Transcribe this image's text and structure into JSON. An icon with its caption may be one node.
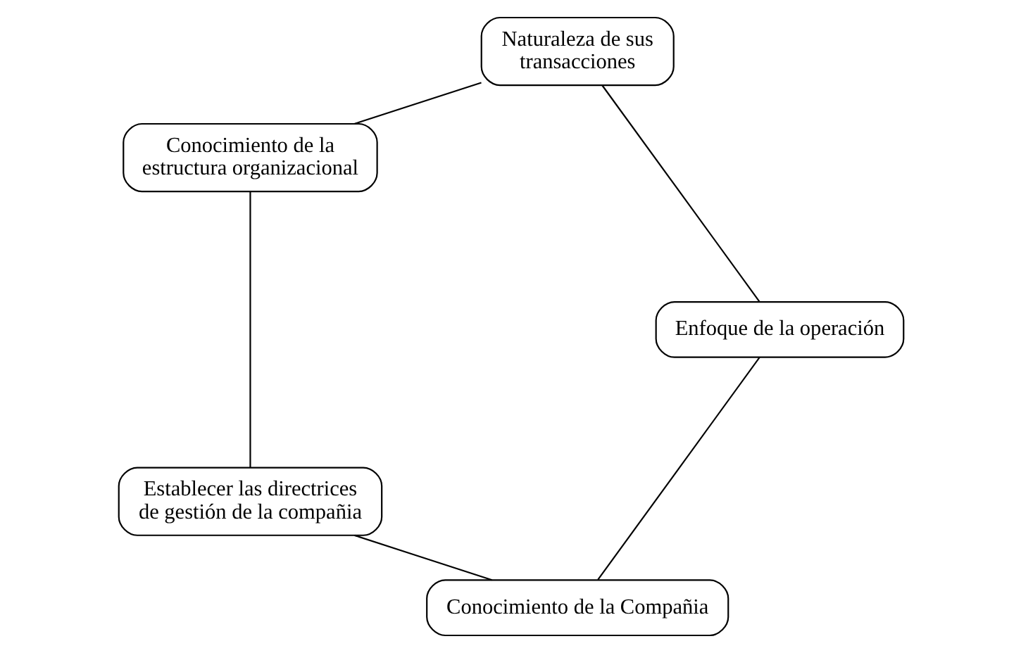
{
  "diagram": {
    "nodes": [
      {
        "text": [
          "Conocimiento de la Compañia"
        ]
      },
      {
        "text": [
          "Enfoque de la operación"
        ]
      },
      {
        "text": [
          "Establecer las directrices de gestión de la compañia"
        ]
      },
      {
        "text": [
          "Naturaleza de sus transacciones"
        ]
      },
      {
        "text": [
          "Conocimiento de la estructura organizacional"
        ]
      }
    ],
    "edges": [
      {
        "from": 0,
        "to": 2,
        "arrow": "none"
      },
      {
        "from": 2,
        "to": 4,
        "arrow": "none"
      },
      {
        "from": 4,
        "to": 3,
        "arrow": "none"
      },
      {
        "from": 3,
        "to": 1,
        "arrow": "none"
      },
      {
        "from": 1,
        "to": 0,
        "arrow": "none"
      }
    ]
  }
}
